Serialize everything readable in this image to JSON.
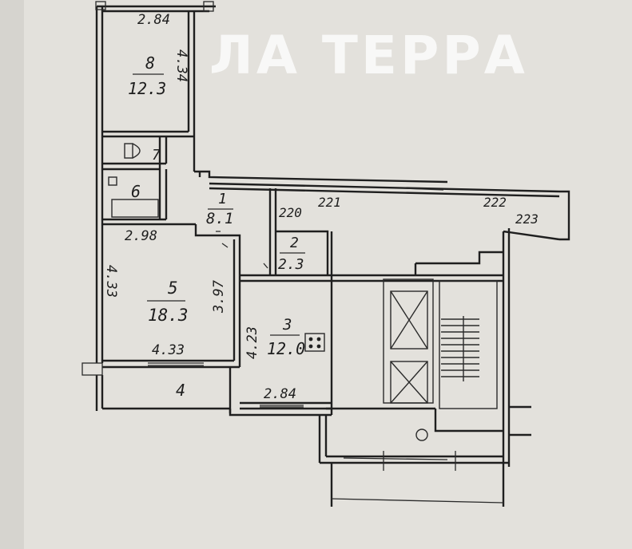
{
  "watermark": "ЛА ТЕРРА",
  "rooms": {
    "r8": {
      "num": "8",
      "area": "12.3"
    },
    "r7": {
      "num": "7"
    },
    "r6": {
      "num": "6"
    },
    "r1": {
      "num": "1",
      "area": "8.1"
    },
    "r2": {
      "num": "2",
      "area": "2.3"
    },
    "r5": {
      "num": "5",
      "area": "18.3"
    },
    "r3": {
      "num": "3",
      "area": "12.0"
    },
    "r4": {
      "num": "4"
    }
  },
  "dimensions": {
    "top_284": "2.84",
    "side_434": "4.34",
    "top_298": "2.98",
    "left_433": "4.33",
    "right_397": "3.97",
    "bottom_433": "4.33",
    "left_423": "4.23",
    "bottom_284": "2.84"
  },
  "codes": {
    "c220": "220",
    "c221": "221",
    "c222": "222",
    "c223": "223"
  }
}
